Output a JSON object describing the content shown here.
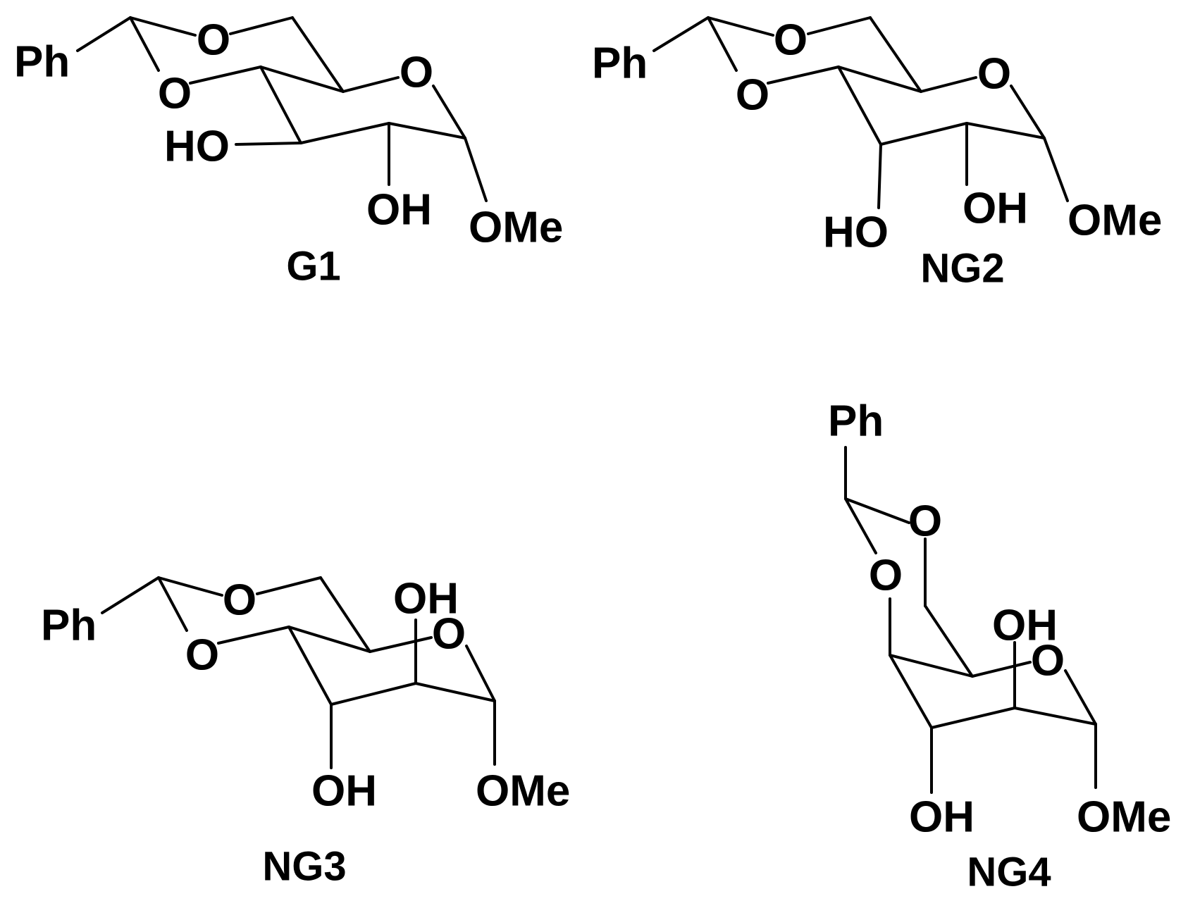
{
  "compounds": {
    "g1": {
      "label": "G1",
      "ph": "Ph",
      "acetal_o_top": "O",
      "acetal_o_left": "O",
      "ring_o": "O",
      "oh_c3": "HO",
      "oh_c2": "OH",
      "ome": "OMe"
    },
    "ng2": {
      "label": "NG2",
      "ph": "Ph",
      "acetal_o_top": "O",
      "acetal_o_left": "O",
      "ring_o": "O",
      "oh_c3": "HO",
      "oh_c2": "OH",
      "ome": "OMe"
    },
    "ng3": {
      "label": "NG3",
      "ph": "Ph",
      "acetal_o_top": "O",
      "acetal_o_left": "O",
      "ring_o": "O",
      "oh_c2": "OH",
      "oh_c3": "OH",
      "ome": "OMe"
    },
    "ng4": {
      "label": "NG4",
      "ph": "Ph",
      "acetal_o_top": "O",
      "acetal_o_left": "O",
      "ring_o": "O",
      "oh_c2": "OH",
      "oh_c3": "OH",
      "ome": "OMe"
    }
  },
  "colors": {
    "ink": "#000000",
    "background": "#ffffff"
  }
}
